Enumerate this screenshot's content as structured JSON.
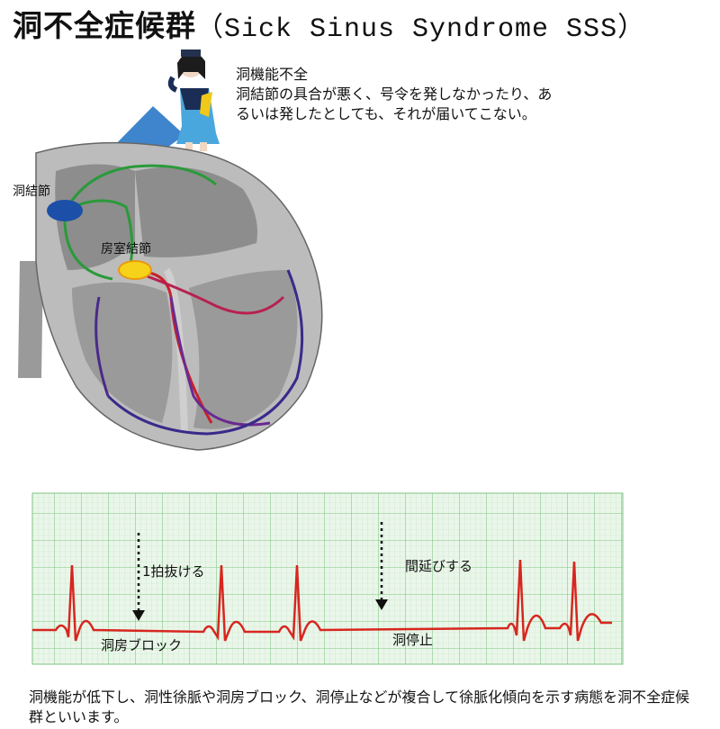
{
  "title_jp": "洞不全症候群",
  "title_en": "（Sick Sinus Syndrome SSS）",
  "description": {
    "heading": "洞機能不全",
    "body": "洞結節の具合が悪く、号令を発しなかったり、あるいは発したとしても、それが届いてこない。"
  },
  "heart_labels": {
    "sinus_node": "洞結節",
    "av_node": "房室結節"
  },
  "ecg_labels": {
    "dropped_beat": "1拍抜ける",
    "prolonged": "間延びする",
    "sinoatrial_block": "洞房ブロック",
    "sinus_arrest": "洞停止"
  },
  "footer": "洞機能が低下し、洞性徐脈や洞房ブロック、洞停止などが複合して徐脈化傾向を示す病態を洞不全症候群といいます。",
  "colors": {
    "ecg_grid": "#9ed4a0",
    "ecg_bg": "#eaf6ea",
    "ecg_trace": "#d7261f",
    "sinus_node": "#1b4fa8",
    "av_node": "#f7d21a",
    "heart_gray": "#9a9a9a"
  }
}
